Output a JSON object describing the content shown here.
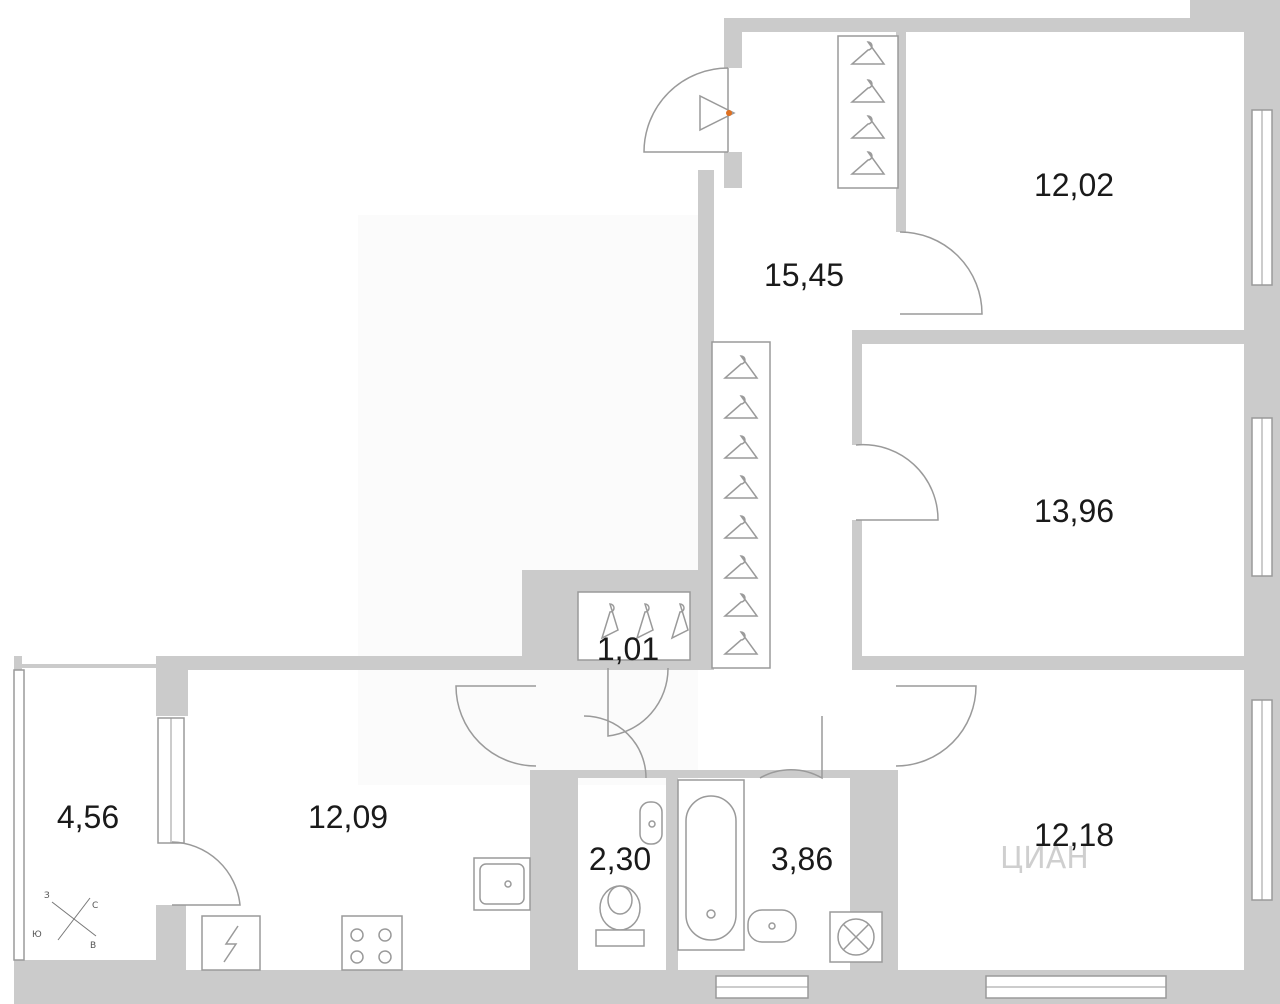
{
  "rooms": [
    {
      "id": "bedroom-top-right",
      "area": "12,02"
    },
    {
      "id": "hallway",
      "area": "15,45"
    },
    {
      "id": "bedroom-middle-right",
      "area": "13,96"
    },
    {
      "id": "storage-closet",
      "area": "1,01"
    },
    {
      "id": "balcony",
      "area": "4,56"
    },
    {
      "id": "kitchen",
      "area": "12,09"
    },
    {
      "id": "toilet",
      "area": "2,30"
    },
    {
      "id": "bathroom",
      "area": "3,86"
    },
    {
      "id": "bedroom-bottom-right",
      "area": "12,18"
    }
  ],
  "compass": {
    "north": "С",
    "south": "Ю",
    "east": "В",
    "west": "З"
  },
  "watermark": "ЦИАН",
  "colors": {
    "wall": "#cbcbcb",
    "line": "#9a9a9a",
    "entrance_marker": "#e07020",
    "label": "#1a1a1a"
  }
}
